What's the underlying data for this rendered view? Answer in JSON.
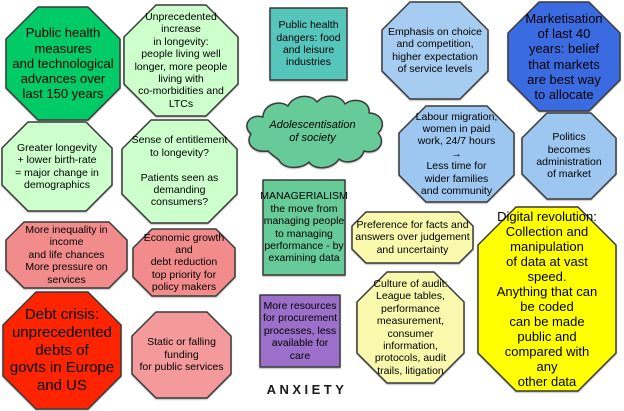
{
  "diagram": {
    "center_theme": "ANXIETY",
    "stroke_color": "#3a3a3a",
    "background": "#ffffff"
  },
  "nodes": {
    "public_health_measures": {
      "label": "Public health\nmeasures\nand technological\nadvances over\nlast 150 years",
      "fill": "#00cb66"
    },
    "unprecedented_increase": {
      "label": "Unprecedented\nincrease\nin longevity:\npeople living well\nlonger, more people\nliving with\nco-morbidities and\nLTCs",
      "fill": "#ccffcc"
    },
    "public_health_dangers": {
      "label": "Public health\ndangers: food\nand leisure\nindustries",
      "fill": "#56c6bc"
    },
    "emphasis_choice": {
      "label": "Emphasis on choice\nand competition,\nhigher expectation\nof service levels",
      "fill": "#a6ccf2"
    },
    "marketisation": {
      "label": "Marketisation\nof last 40\nyears: belief\nthat markets\nare best way\nto allocate",
      "fill": "#3b6be0"
    },
    "greater_longevity": {
      "label": "Greater longevity\n+ lower birth-rate\n= major change in\ndemographics",
      "fill": "#ccffcc"
    },
    "sense_entitlement": {
      "label": "Sense of entitlement\nto longevity?\n\nPatients seen as\ndemanding\nconsumers?",
      "fill": "#ccffcc"
    },
    "adolescentisation": {
      "label": "Adolescentisation\nof society",
      "fill": "#66cb99"
    },
    "labour_migration": {
      "label": "Labour migration,\nwomen in paid\nwork, 24/7 hours\n→\nLess time for\nwider families\nand community",
      "fill": "#9dc6f0"
    },
    "politics_market": {
      "label": "Politics\nbecomes\nadministration\nof market",
      "fill": "#9dc6f0"
    },
    "more_inequality": {
      "label": "More inequality in income\nand life chances\nMore pressure on services",
      "fill": "#f28b8b"
    },
    "economic_growth": {
      "label": "Economic growth and\ndebt reduction\ntop priority for\npolicy makers",
      "fill": "#f28b8b"
    },
    "managerialism": {
      "label": "MANAGERIALISM\nthe move from\nmanaging people\nto managing\nperformance - by\nexamining data",
      "fill": "#66cb99"
    },
    "preference_facts": {
      "label": "Preference for facts and\nanswers over judgement\nand uncertainty",
      "fill": "#f9f9ad"
    },
    "digital_revolution": {
      "label": "Digital revolution:\nCollection and\nmanipulation\nof data at vast\nspeed.\nAnything that can\nbe coded\ncan be made\npublic and\ncompared with\nany\nother data",
      "fill": "#ffff00"
    },
    "debt_crisis": {
      "label": "Debt crisis:\nunprecedented\ndebts of\ngovts in Europe\nand US",
      "fill": "#fe2400"
    },
    "static_falling": {
      "label": "Static or falling\nfunding\nfor public services",
      "fill": "#f59a9c"
    },
    "more_resources": {
      "label": "More resources\nfor procurement\nprocesses, less\navailable for care",
      "fill": "#9c70ca"
    },
    "culture_audit": {
      "label": "Culture of audit:\nLeague tables,\nperformance\nmeasurement,\nconsumer\ninformation,\nprotocols, audit\ntrails, litigation",
      "fill": "#f9f9ad"
    },
    "anxiety": {
      "label": "ANXIETY"
    }
  }
}
